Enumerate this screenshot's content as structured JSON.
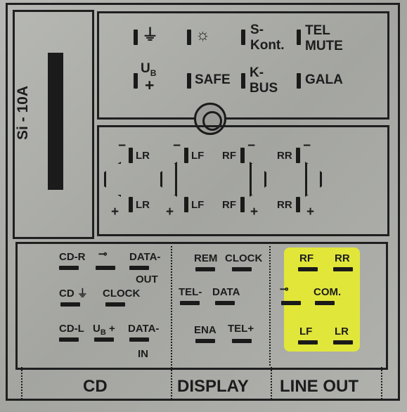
{
  "fuse": {
    "label": "Si - 10A"
  },
  "top_panel": {
    "row1": {
      "ground": "⏚",
      "light": "☼",
      "s_kont_1": "S-",
      "s_kont_2": "Kont.",
      "tel_mute_1": "TEL",
      "tel_mute_2": "MUTE"
    },
    "row2": {
      "ub_1": "U",
      "ub_sub": "B",
      "ub_plus": "+",
      "safe": "SAFE",
      "kbus_1": "K-",
      "kbus_2": "BUS",
      "gala": "GALA"
    }
  },
  "speaker_panel": {
    "minus": "−",
    "plus": "+",
    "lr": "LR",
    "lf": "LF",
    "rf": "RF",
    "rr": "RR"
  },
  "bottom_panel": {
    "cd": {
      "cd_r": "CD-R",
      "data_out_1": "DATA-",
      "data_out_2": "OUT",
      "cd_ground": "CD",
      "clock": "CLOCK",
      "cd_l": "CD-L",
      "ub": "U",
      "ub_sub": "B",
      "ub_plus": "+",
      "data_in_1": "DATA-",
      "data_in_2": "IN"
    },
    "display": {
      "rem": "REM",
      "clock": "CLOCK",
      "tel_minus": "TEL-",
      "data": "DATA",
      "ena": "ENA",
      "tel_plus": "TEL"
    },
    "line_out": {
      "rf": "RF",
      "rr": "RR",
      "com": "COM.",
      "lf": "LF",
      "lr": "LR"
    }
  },
  "sections": {
    "cd": "CD",
    "display": "DISPLAY",
    "line_out": "LINE OUT"
  },
  "colors": {
    "highlight": "#e7ec2d",
    "ink": "#1c1c1c",
    "plate": "#b0b1ad"
  }
}
